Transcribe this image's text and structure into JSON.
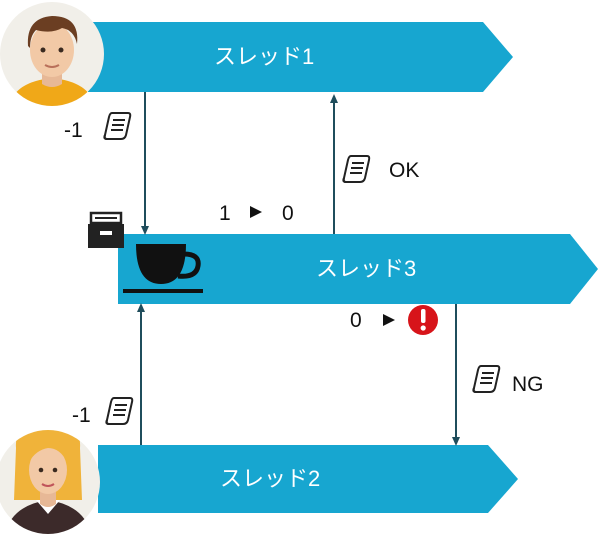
{
  "threads": {
    "thread1": {
      "label": "スレッド1"
    },
    "thread2": {
      "label": "スレッド2"
    },
    "thread3": {
      "label": "スレッド3"
    }
  },
  "annotations": {
    "decrement_1": "-1",
    "decrement_2": "-1",
    "ok": "OK",
    "ng": "NG",
    "count_from_a": "1",
    "count_to_a": "0",
    "count_from_b": "0"
  },
  "icons": {
    "person_male": "person-male-avatar-icon",
    "person_female": "person-female-avatar-icon",
    "document": "document-icon",
    "inbox": "inbox-tray-icon",
    "cup": "coffee-cup-icon",
    "arrow": "play-triangle-icon",
    "error": "exclamation-error-icon"
  },
  "colors": {
    "thread_bar": "#17a6d0",
    "flow_line": "#1f4d5c",
    "error": "#d7141a",
    "text": "#111111"
  }
}
